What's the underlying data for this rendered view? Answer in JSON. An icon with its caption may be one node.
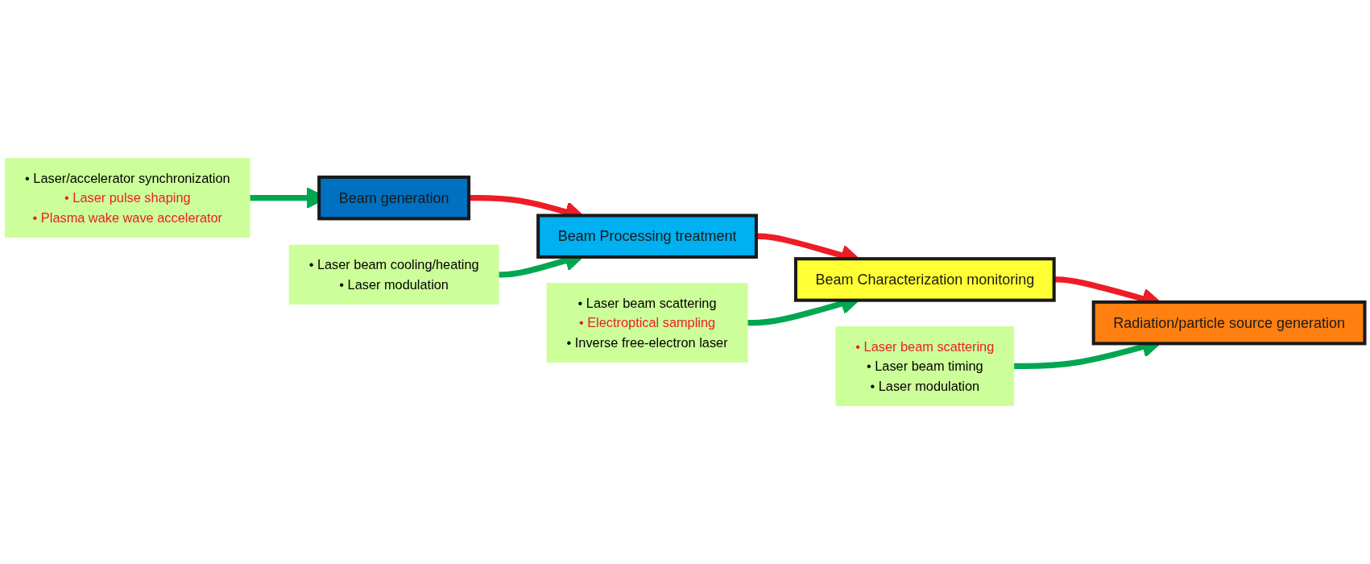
{
  "diagram": {
    "nodes": [
      {
        "text": [
          "Beam generation"
        ]
      },
      {
        "text": [
          "Beam Processing treatment"
        ]
      },
      {
        "text": [
          "Beam Characterization monitoring"
        ]
      },
      {
        "text": [
          "Radiation/particle source generation"
        ]
      },
      {
        "text": [
          "• Laser beam cooling/heating",
          "• Laser modulation"
        ]
      },
      {
        "text": [
          "• Laser beam scattering",
          "• Laser beam timing",
          "• Laser modulation"
        ]
      },
      {
        "text": [
          "• Laser/accelerator synchronization",
          "• Laser pulse shaping",
          "• Plasma wake wave accelerator"
        ]
      },
      {
        "text": [
          "• Laser beam scattering",
          "• Electroptical sampling",
          "• Inverse free-electron laser"
        ]
      }
    ],
    "edges": [
      {
        "from": 0,
        "to": 1,
        "arrow": "to",
        "color": "#ee1c25"
      },
      {
        "from": 1,
        "to": 2,
        "arrow": "to",
        "color": "#ee1c25"
      },
      {
        "from": 2,
        "to": 3,
        "arrow": "to",
        "color": "#ee1c25"
      },
      {
        "from": 4,
        "to": 1,
        "arrow": "to",
        "color": "#00a651"
      },
      {
        "from": 5,
        "to": 3,
        "arrow": "to",
        "color": "#00a651"
      },
      {
        "from": 6,
        "to": 0,
        "arrow": "to",
        "color": "#00a651"
      },
      {
        "from": 7,
        "to": 2,
        "arrow": "to",
        "color": "#00a651"
      }
    ]
  }
}
